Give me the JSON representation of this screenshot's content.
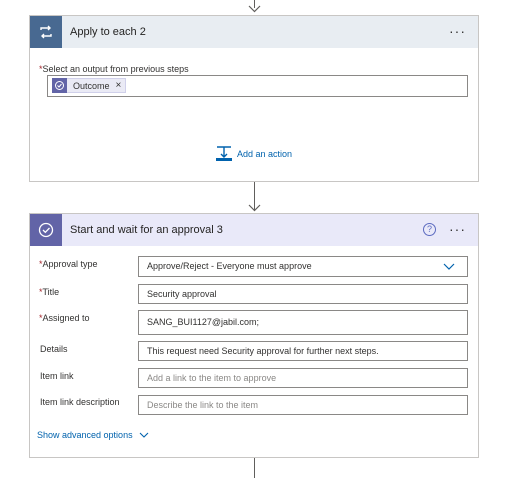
{
  "colors": {
    "apply_header_bg": "#e8edf2",
    "apply_icon_bg": "#486991",
    "approval_header_bg": "#e9e9f9",
    "approval_icon_bg": "#6264a7",
    "link": "#0062ad",
    "required": "#a4262c"
  },
  "apply_each": {
    "title": "Apply to each 2",
    "icon": "loop-icon",
    "more_label": "···",
    "select_label": "Select an output from previous steps",
    "token": {
      "label": "Outcome",
      "icon": "approval-icon",
      "remove_label": "×"
    },
    "add_action_label": "Add an action",
    "add_action_icon": "add-action-icon"
  },
  "approval": {
    "title": "Start and wait for an approval 3",
    "icon": "approval-icon",
    "help_label": "?",
    "more_label": "···",
    "fields": {
      "approval_type": {
        "label": "Approval type",
        "value": "Approve/Reject - Everyone must approve"
      },
      "title": {
        "label": "Title",
        "value": "Security approval"
      },
      "assigned_to": {
        "label": "Assigned to",
        "value": "SANG_BUI1127@jabil.com;"
      },
      "details": {
        "label": "Details",
        "value": "This request need Security approval for further next steps."
      },
      "item_link": {
        "label": "Item link",
        "placeholder": "Add a link to the item to approve"
      },
      "item_link_description": {
        "label": "Item link description",
        "placeholder": "Describe the link to the item"
      }
    },
    "advanced_label": "Show advanced options"
  }
}
